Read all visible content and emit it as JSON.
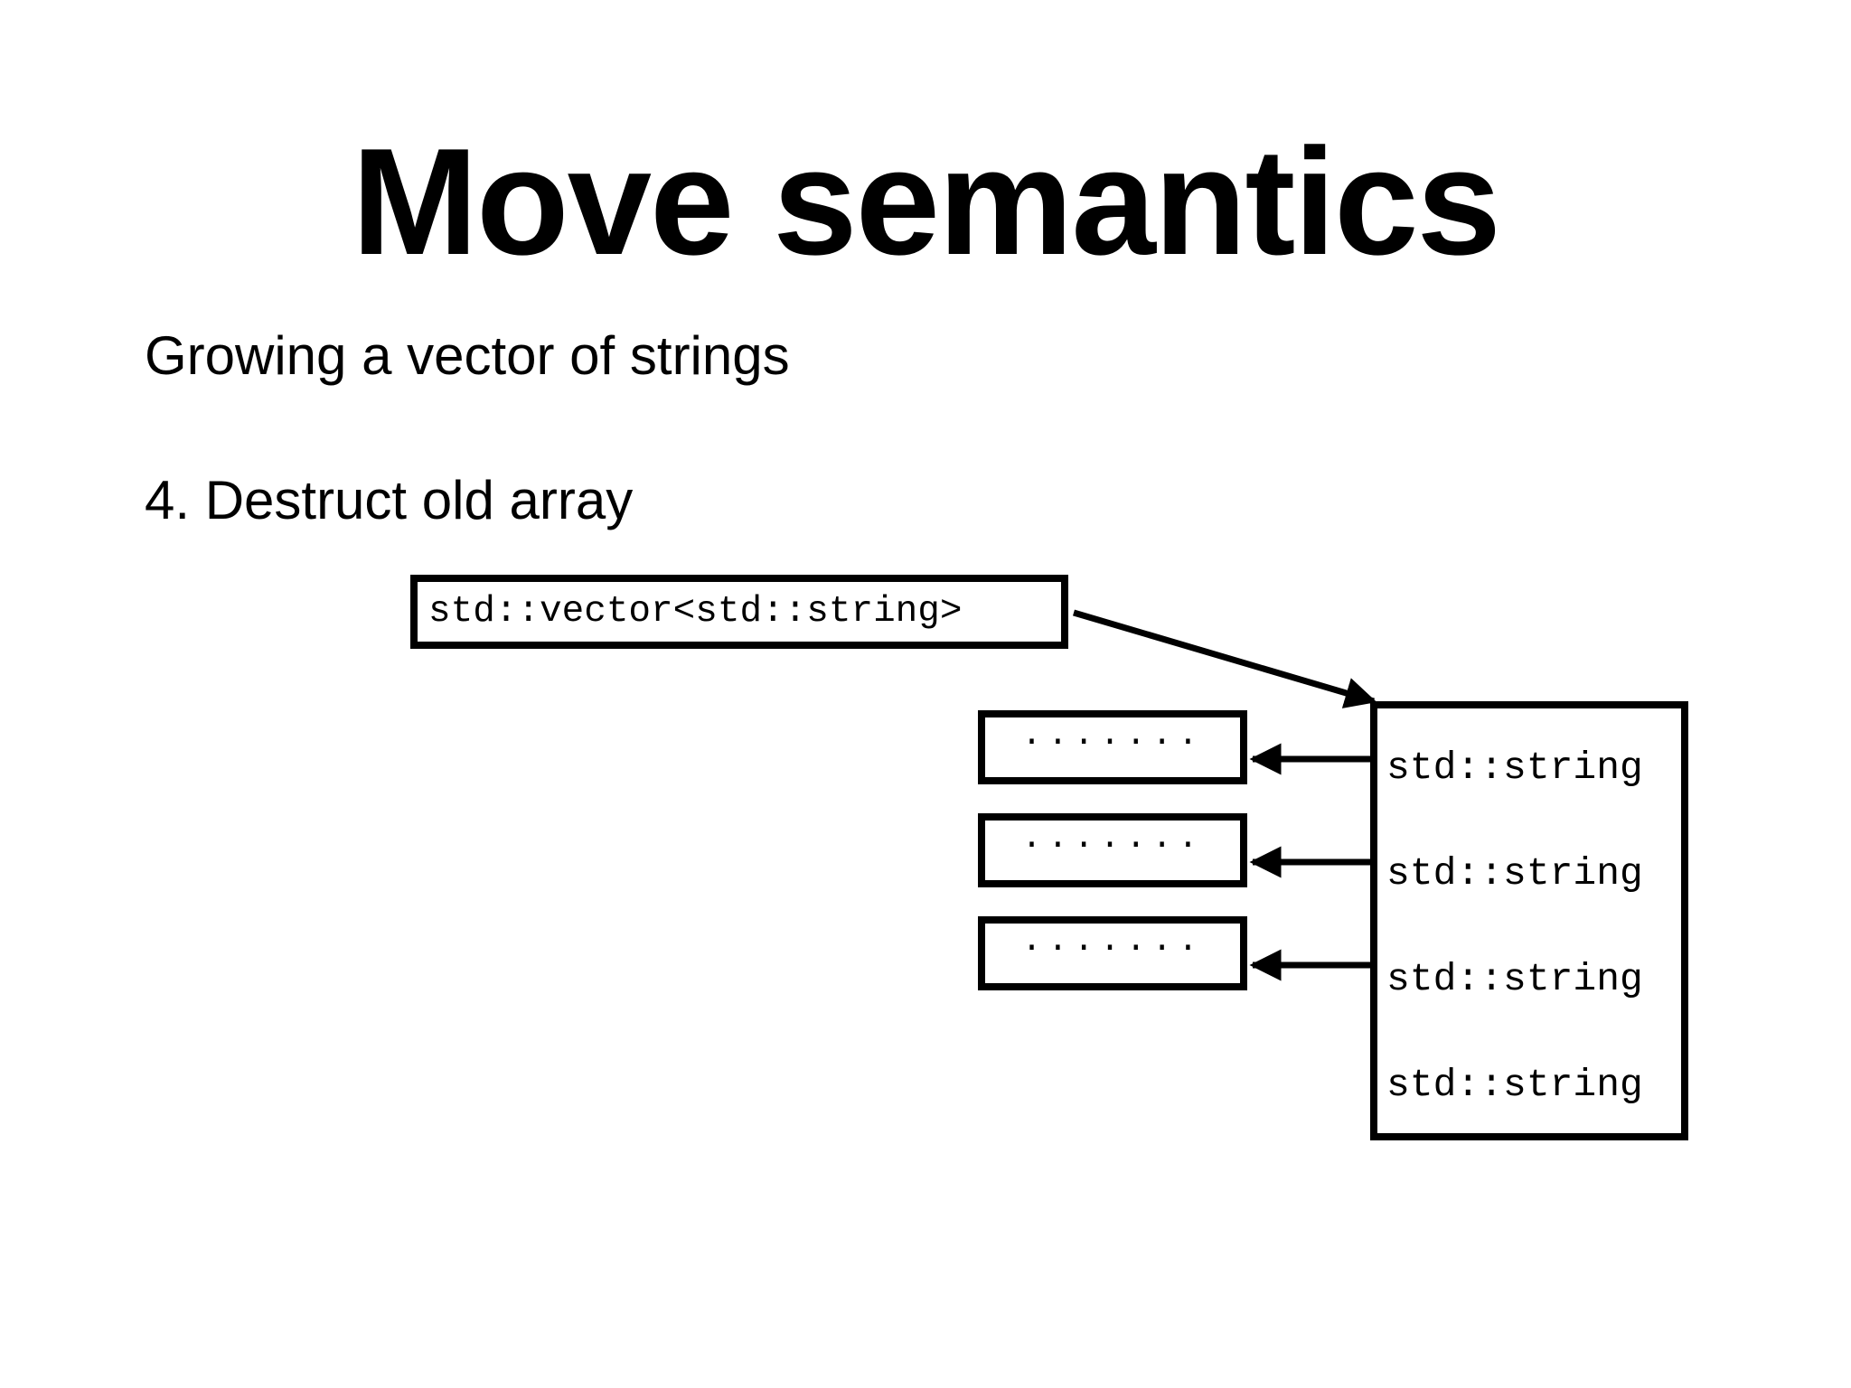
{
  "slide": {
    "title": "Move semantics",
    "subtitle": "Growing a vector of strings",
    "step": "4. Destruct old array"
  },
  "diagram": {
    "vector_label": "std::vector<std::string>",
    "heap_blocks": [
      {
        "label": "......."
      },
      {
        "label": "......."
      },
      {
        "label": "......."
      }
    ],
    "array_items": [
      {
        "label": "std::string"
      },
      {
        "label": "std::string"
      },
      {
        "label": "std::string"
      },
      {
        "label": "std::string"
      }
    ]
  }
}
